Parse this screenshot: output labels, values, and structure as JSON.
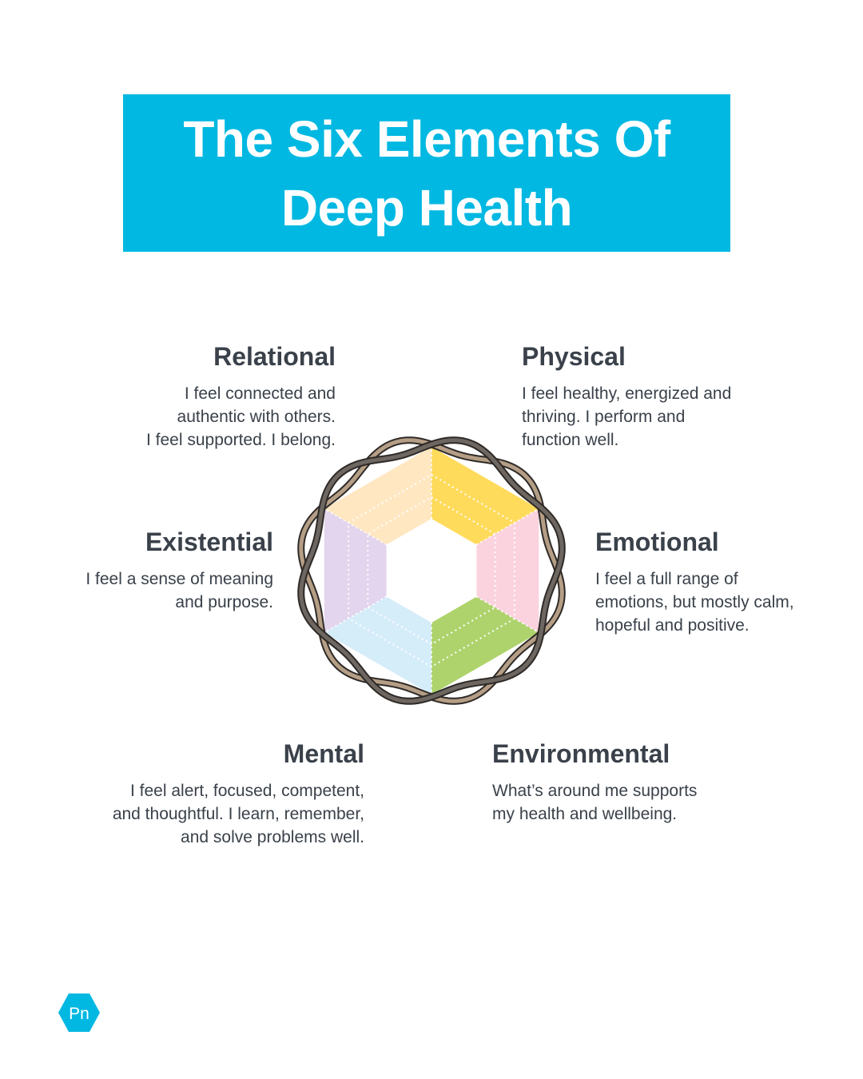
{
  "title": {
    "line1": "The Six Elements Of",
    "line2": "Deep Health"
  },
  "elements": {
    "relational": {
      "heading": "Relational",
      "text": "I feel connected and\nauthentic with others.\nI feel supported. I belong.",
      "color": "#ffe7c2"
    },
    "physical": {
      "heading": "Physical",
      "text": "I feel healthy, energized and\nthriving. I perform and\nfunction well.",
      "color": "#ffdb5c"
    },
    "existential": {
      "heading": "Existential",
      "text": "I feel a sense of meaning\nand purpose.",
      "color": "#e3d5ed"
    },
    "emotional": {
      "heading": "Emotional",
      "text": "I feel a full range of\nemotions, but mostly calm,\nhopeful and positive.",
      "color": "#fbd3df"
    },
    "mental": {
      "heading": "Mental",
      "text": "I feel alert, focused, competent,\nand thoughtful. I learn, remember,\nand solve problems well.",
      "color": "#d5ecf9"
    },
    "environmental": {
      "heading": "Environmental",
      "text": "What’s around me supports\nmy health and wellbeing.",
      "color": "#aed36c"
    }
  },
  "colors": {
    "title_bg": "#00b8e2",
    "text": "#3a414a",
    "ring_light": "#b59e86",
    "ring_dark": "#6d6661"
  },
  "logo": {
    "text": "Pn",
    "icon": "pn-hexagon-logo",
    "color": "#00b8e2"
  }
}
